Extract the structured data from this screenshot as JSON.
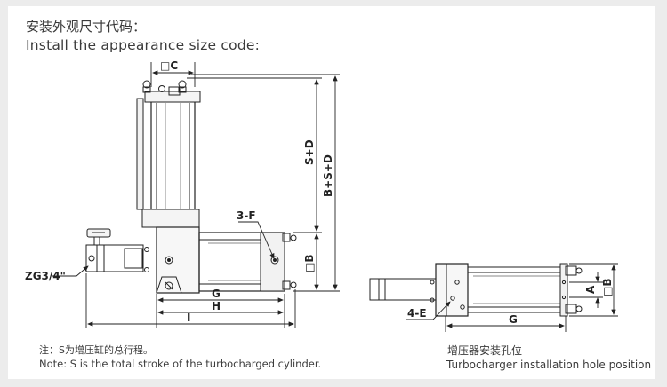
{
  "header": {
    "title_cn": "安装外观尺寸代码：",
    "title_en": "Install the appearance size code:"
  },
  "footer": {
    "note_cn": "注：S为增压缸的总行程。",
    "note_en": "Note: S is the total stroke of the turbocharged cylinder.",
    "caption_cn": "增压器安装孔位",
    "caption_en": "Turbocharger installation hole position"
  },
  "dimensions": {
    "c": "□C",
    "s_d": "S+D",
    "b_s_d": "B+S+D",
    "three_f": "3-F",
    "b": "□B",
    "zg": "ZG3/4\"",
    "g": "G",
    "h": "H",
    "i": "I",
    "four_e": "4-E",
    "g2": "G",
    "a": "A",
    "b2": "□B"
  }
}
